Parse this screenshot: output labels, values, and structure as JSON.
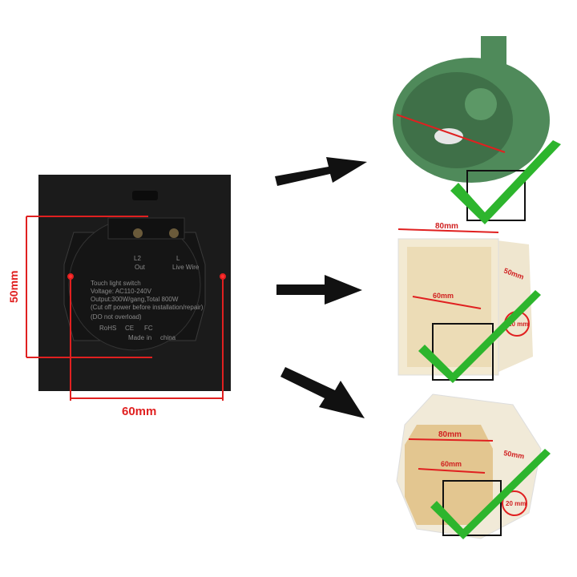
{
  "switch": {
    "height_label": "50mm",
    "width_label": "60mm",
    "terminals": [
      {
        "name": "L2",
        "sub": "Out"
      },
      {
        "name": "L",
        "sub": "Live Wire"
      }
    ],
    "spec_lines": [
      "Touch light switch",
      "Voltage: AC110-240V",
      "Output:300W/gang,Total 800W",
      "(Cut off power before installation/repair)",
      "(DO not overload)"
    ],
    "marks": [
      "RoHS",
      "CE",
      "FC",
      "Made",
      "in",
      "china"
    ]
  },
  "boxes": [
    {
      "type": "round-green",
      "status": "compatible"
    },
    {
      "type": "square",
      "width_label": "80mm",
      "inner_label": "60mm",
      "depth_label": "50mm",
      "badge": "20 mm",
      "status": "compatible"
    },
    {
      "type": "octagon",
      "width_label": "80mm",
      "inner_label": "60mm",
      "depth_label": "50mm",
      "badge": "20 mm",
      "status": "compatible"
    }
  ],
  "colors": {
    "check": "#2db52d",
    "dimension": "#e02020",
    "panel": "#1b1b1b"
  }
}
